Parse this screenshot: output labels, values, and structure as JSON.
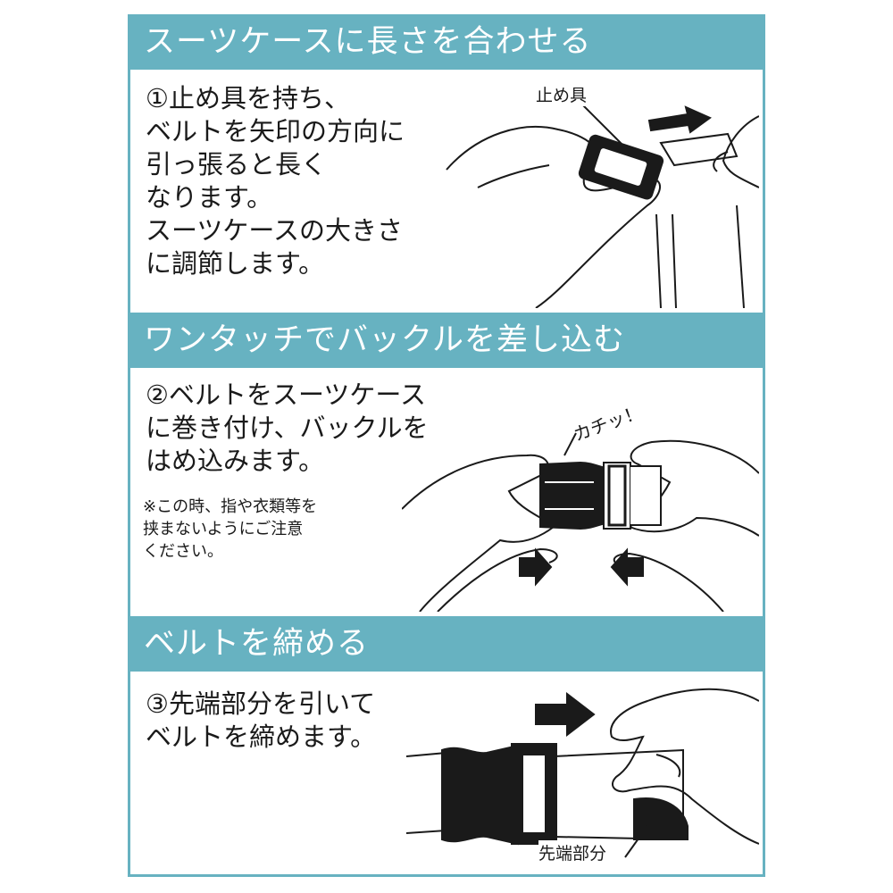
{
  "sections": [
    {
      "heading": "スーツケースに長さを合わせる",
      "text": "①止め具を持ち、\nベルトを矢印の方向に\n引っ張ると長く\nなります。\nスーツケースの大きさ\nに調節します。",
      "callout": "止め具"
    },
    {
      "heading": "ワンタッチでバックルを差し込む",
      "text": "②ベルトをスーツケース\nに巻き付け、バックルを\nはめ込みます。",
      "note": "※この時、指や衣類等を\n挟まないようにご注意\nください。",
      "sound": "カチッ！"
    },
    {
      "heading": "ベルトを締める",
      "text": "③先端部分を引いて\nベルトを締めます。",
      "callout": "先端部分"
    }
  ],
  "colors": {
    "band": "#67b2c1",
    "line": "#1a1a1a"
  },
  "icons": [
    "hand-illustration",
    "buckle-illustration",
    "arrow-icon"
  ]
}
